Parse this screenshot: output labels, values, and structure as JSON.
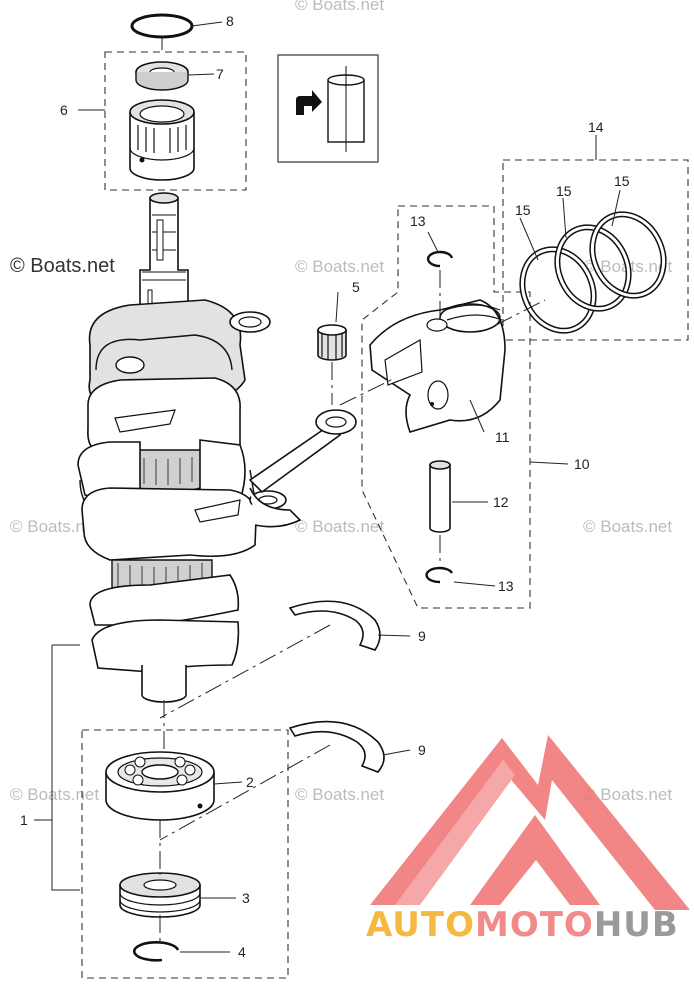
{
  "watermark": {
    "main": "© Boats.net",
    "faint": "© Boats.net"
  },
  "brand": {
    "part1": "AUTO",
    "part2": "MOTO",
    "part3": "HUB",
    "color1": "#f5b942",
    "color2": "#f28a8a",
    "color3": "#9a9a9a",
    "logo_color": "#f07070"
  },
  "callouts": [
    "1",
    "2",
    "3",
    "4",
    "5",
    "6",
    "7",
    "8",
    "9",
    "9",
    "10",
    "11",
    "12",
    "13",
    "13",
    "14",
    "15",
    "15"
  ],
  "icon": "rotate-direction-icon"
}
